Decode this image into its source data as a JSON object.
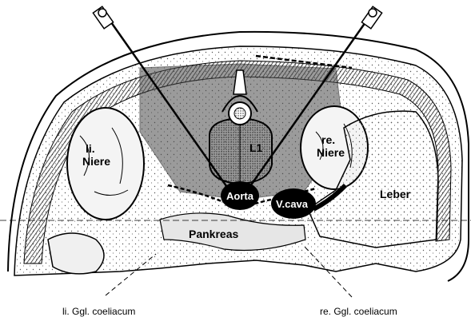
{
  "labels": {
    "li_niere_1": "li.",
    "li_niere_2": "Niere",
    "re_niere_1": "re.",
    "re_niere_2": "Niere",
    "l1": "L1",
    "aorta": "Aorta",
    "vcava": "V.cava",
    "leber": "Leber",
    "pankreas": "Pankreas",
    "li_ggl": "li. Ggl. coeliacum",
    "re_ggl": "re. Ggl. coeliacum"
  }
}
